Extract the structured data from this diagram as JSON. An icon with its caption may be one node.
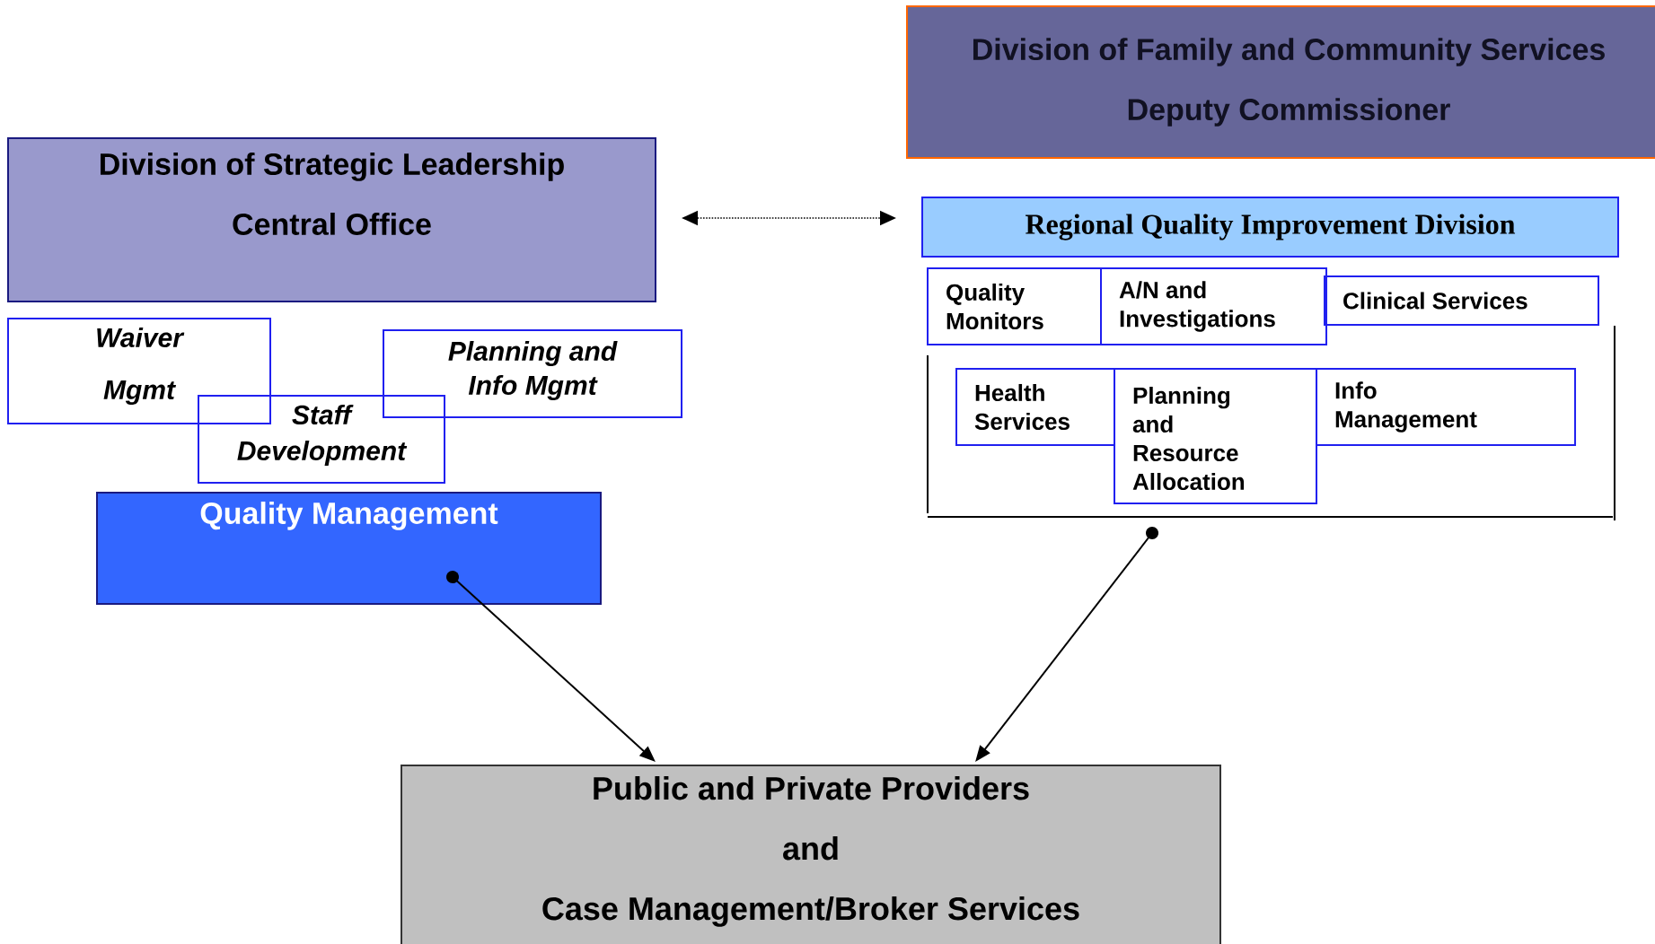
{
  "diagram": {
    "nodes": [
      {
        "text": [
          "Division of Family and Community Services",
          "Deputy Commissioner"
        ]
      },
      {
        "text": [
          "Division of Strategic Leadership",
          "Central Office"
        ]
      },
      {
        "text": [
          "Regional Quality Improvement Division"
        ]
      },
      {
        "text": [
          "Waiver Mgmt"
        ]
      },
      {
        "text": [
          "Planning and Info Mgmt"
        ]
      },
      {
        "text": [
          "Staff Development"
        ]
      },
      {
        "text": [
          "Quality Management"
        ]
      },
      {
        "text": [
          "Quality Monitors"
        ]
      },
      {
        "text": [
          "A/N and Investigations"
        ]
      },
      {
        "text": [
          "Clinical Services"
        ]
      },
      {
        "text": [],
        "shape": "bracket"
      },
      {
        "text": [
          "Health Services"
        ],
        "in": 10
      },
      {
        "text": [
          "Planning and Resource Allocation"
        ],
        "in": 10
      },
      {
        "text": [
          "Info Management"
        ],
        "in": 10
      },
      {
        "text": [
          "Public and Private Providers",
          "and",
          "Case Management/Broker Services"
        ]
      }
    ],
    "edges": [
      {
        "from": 1,
        "to": 2,
        "arrow": "both",
        "style": "dashed"
      },
      {
        "from": 6,
        "to": 14,
        "arrow": "to"
      },
      {
        "from": 10,
        "to": 14,
        "arrow": "to"
      }
    ]
  }
}
